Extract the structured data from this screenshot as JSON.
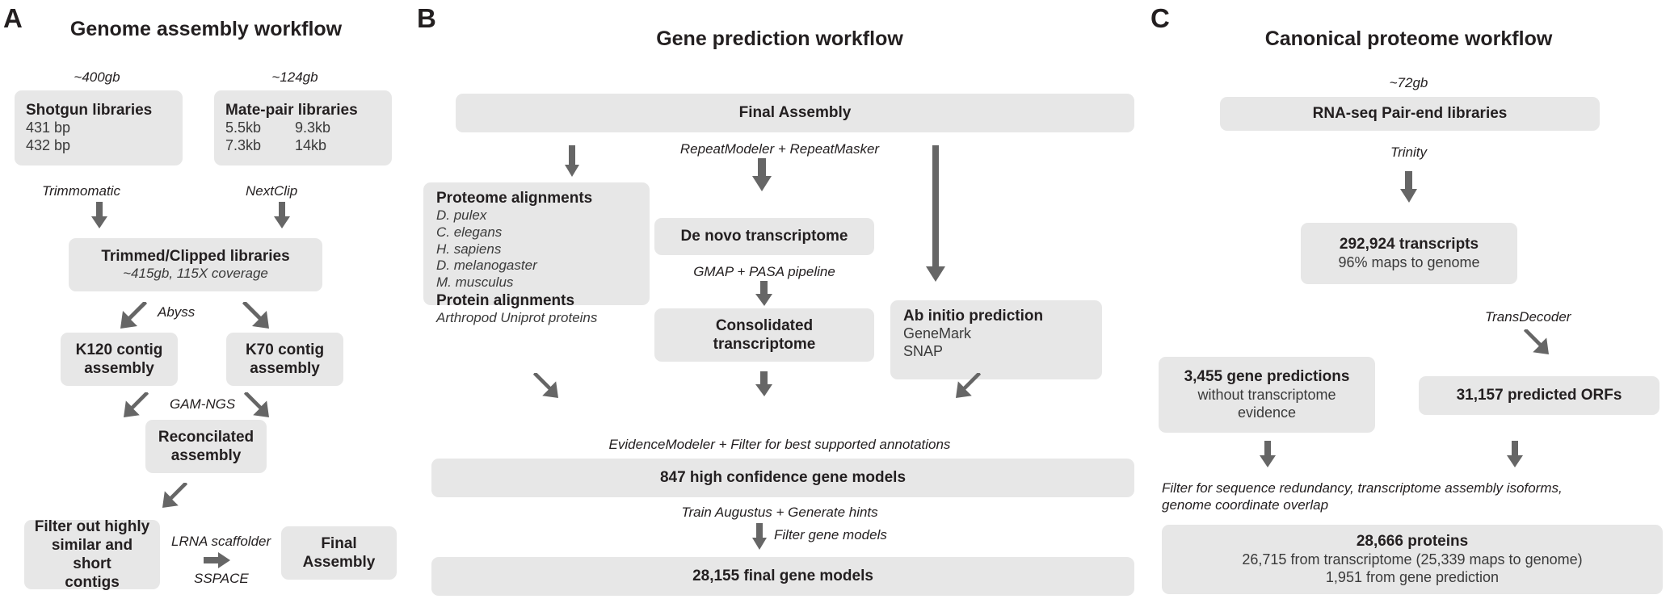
{
  "figure": {
    "panels": [
      {
        "letter": "A",
        "title": "Genome assembly workflow",
        "nodes": {
          "shotgun_caption": "~400gb",
          "shotgun_title": "Shotgun libraries",
          "shotgun_line1": "431 bp",
          "shotgun_line2": "432 bp",
          "matepair_caption": "~124gb",
          "matepair_title": "Mate-pair libraries",
          "matepair_c1r1": "5.5kb",
          "matepair_c2r1": "9.3kb",
          "matepair_c1r2": "7.3kb",
          "matepair_c2r2": "14kb",
          "proc_trimmomatic": "Trimmomatic",
          "proc_nextclip": "NextClip",
          "trimmed_title": "Trimmed/Clipped libraries",
          "trimmed_sub": "~415gb, 115X coverage",
          "proc_abyss": "Abyss",
          "k120_title": "K120 contig\nassembly",
          "k70_title": "K70 contig\nassembly",
          "proc_gamngs": "GAM-NGS",
          "reconciled_title": "Reconcilated\nassembly",
          "filter_title": "Filter out highly\nsimilar and short\ncontigs",
          "proc_lrna": "LRNA scaffolder",
          "proc_sspace": "SSPACE",
          "final_title": "Final\nAssembly"
        }
      },
      {
        "letter": "B",
        "title": "Gene prediction workflow",
        "nodes": {
          "final_assembly": "Final Assembly",
          "proc_repeat": "RepeatModeler + RepeatMasker",
          "proteome_title": "Proteome alignments",
          "proteome_sp1": "D. pulex",
          "proteome_sp2": "C. elegans",
          "proteome_sp3": "H. sapiens",
          "proteome_sp4": "D. melanogaster",
          "proteome_sp5": "M. musculus",
          "protein_title": "Protein alignments",
          "protein_sub": "Arthropod Uniprot proteins",
          "denovo_title": "De novo transcriptome",
          "proc_gmap": "GMAP + PASA pipeline",
          "consolidated_title": "Consolidated\ntranscriptome",
          "abinitio_title": "Ab initio prediction",
          "abinitio_l1": "GeneMark",
          "abinitio_l2": "SNAP",
          "proc_evidencemodeler": "EvidenceModeler + Filter for best supported annotations",
          "hc_models": "847 high confidence gene models",
          "proc_augustus": "Train Augustus + Generate hints",
          "proc_filter_models": "Filter gene models",
          "final_models": "28,155 final gene models"
        }
      },
      {
        "letter": "C",
        "title": "Canonical proteome workflow",
        "nodes": {
          "rnaseq_caption": "~72gb",
          "rnaseq_title": "RNA-seq Pair-end libraries",
          "proc_trinity": "Trinity",
          "transcripts_title": "292,924 transcripts",
          "transcripts_sub": "96% maps to genome",
          "proc_transdecoder": "TransDecoder",
          "genepred_title": "3,455 gene predictions",
          "genepred_sub": "without transcriptome\nevidence",
          "orfs_title": "31,157 predicted ORFs",
          "proc_filter": "Filter for sequence redundancy, transcriptome assembly isoforms,\ngenome coordinate overlap",
          "proteins_title": "28,666 proteins",
          "proteins_l1": "26,715 from transcriptome (25,339 maps to genome)",
          "proteins_l2": "1,951 from gene prediction"
        }
      }
    ]
  },
  "style": {
    "box_fill": "#e7e7e7",
    "arrow_color": "#666666",
    "text_color": "#231f20"
  }
}
